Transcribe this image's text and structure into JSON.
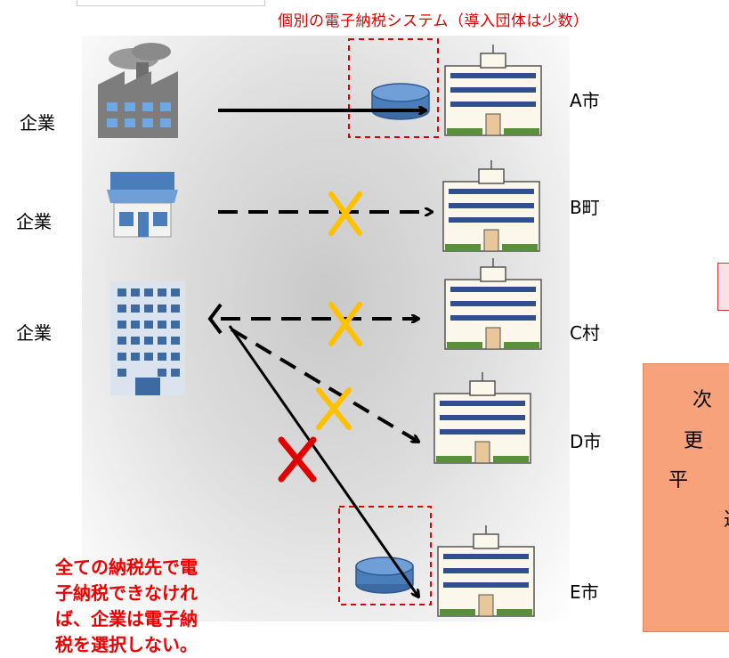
{
  "header": {
    "caption": "個別の電子納税システム（導入団体は少数）"
  },
  "enterprises": [
    "企業",
    "企業",
    "企業"
  ],
  "municipalities": [
    "A市",
    "B町",
    "C村",
    "D市",
    "E市"
  ],
  "warning_lines": [
    "全ての納税先で電",
    "子納税できなけれ",
    "ば、企業は電子納",
    "税を選択しない。"
  ],
  "side_box": {
    "lines": [
      "次",
      "更",
      "平",
      "達"
    ]
  },
  "colors": {
    "red": "#e00000",
    "cross": "#ffc000",
    "db": "#4a7ebb",
    "orange_box": "#f7a27a"
  },
  "icons": [
    "factory-icon",
    "shop-icon",
    "office-building-icon",
    "city-hall-icon",
    "database-icon",
    "cross-mark-icon"
  ]
}
